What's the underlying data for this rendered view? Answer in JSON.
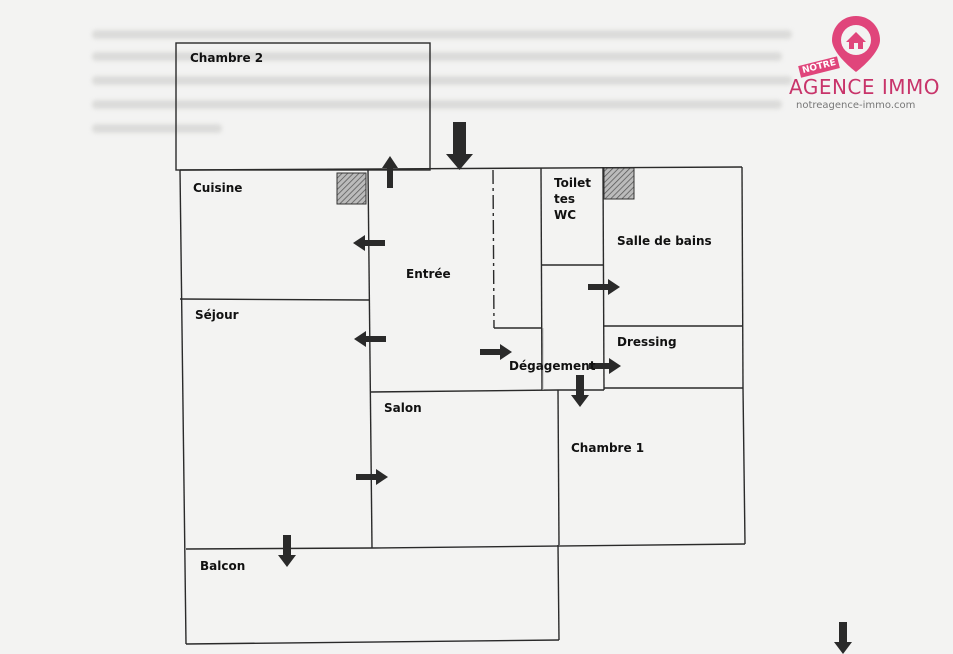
{
  "logo": {
    "badge": "NOTRE",
    "name": "AGENCE IMMO",
    "url": "notreagence-immo.com",
    "color": "#e0457b"
  },
  "plan": {
    "rooms": [
      {
        "id": "chambre2",
        "label": "Chambre 2"
      },
      {
        "id": "cuisine",
        "label": "Cuisine"
      },
      {
        "id": "entree",
        "label": "Entrée"
      },
      {
        "id": "toilettes",
        "label": "Toilet tes WC"
      },
      {
        "id": "salledebains",
        "label": "Salle de bains"
      },
      {
        "id": "sejour",
        "label": "Séjour"
      },
      {
        "id": "dressing",
        "label": "Dressing"
      },
      {
        "id": "degagement",
        "label": "Dégagement"
      },
      {
        "id": "salon",
        "label": "Salon"
      },
      {
        "id": "chambre1",
        "label": "Chambre 1"
      },
      {
        "id": "balcon",
        "label": "Balcon"
      }
    ]
  }
}
